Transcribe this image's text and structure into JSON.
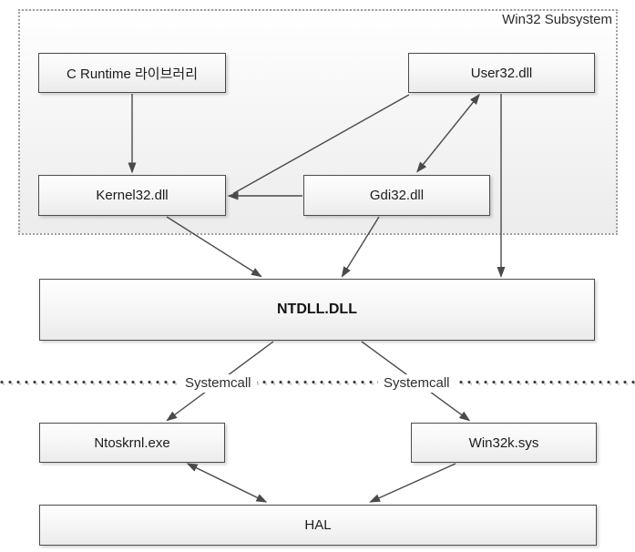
{
  "diagram": {
    "subsystem": {
      "label": "Win32 Subsystem"
    },
    "nodes": {
      "c_runtime": {
        "label": "C Runtime 라이브러리"
      },
      "user32": {
        "label": "User32.dll"
      },
      "kernel32": {
        "label": "Kernel32.dll"
      },
      "gdi32": {
        "label": "Gdi32.dll"
      },
      "ntdll": {
        "label": "NTDLL.DLL"
      },
      "ntoskrnl": {
        "label": "Ntoskrnl.exe"
      },
      "win32k": {
        "label": "Win32k.sys"
      },
      "hal": {
        "label": "HAL"
      }
    },
    "separator": {
      "labels": [
        "Systemcall",
        "Systemcall"
      ]
    },
    "edges": [
      {
        "from": "c_runtime",
        "to": "kernel32",
        "bidirectional": false
      },
      {
        "from": "user32",
        "to": "kernel32",
        "bidirectional": false
      },
      {
        "from": "gdi32",
        "to": "kernel32",
        "bidirectional": false
      },
      {
        "from": "user32",
        "to": "gdi32",
        "bidirectional": true
      },
      {
        "from": "user32",
        "to": "ntdll",
        "bidirectional": false
      },
      {
        "from": "gdi32",
        "to": "ntdll",
        "bidirectional": false
      },
      {
        "from": "kernel32",
        "to": "ntdll",
        "bidirectional": false
      },
      {
        "from": "ntdll",
        "to": "ntoskrnl",
        "bidirectional": false
      },
      {
        "from": "ntdll",
        "to": "win32k",
        "bidirectional": false
      },
      {
        "from": "ntoskrnl",
        "to": "hal",
        "bidirectional": true
      },
      {
        "from": "win32k",
        "to": "hal",
        "bidirectional": false
      }
    ],
    "colors": {
      "line": "#4a4a4a",
      "box_border": "#4c4c4c",
      "box_fill_top": "#fefefe",
      "box_fill_bottom": "#ebebeb",
      "subsystem_border": "#9f9f9f",
      "subsystem_fill_bottom": "#ececec",
      "text": "#1c1c1c",
      "background": "#ffffff"
    }
  }
}
